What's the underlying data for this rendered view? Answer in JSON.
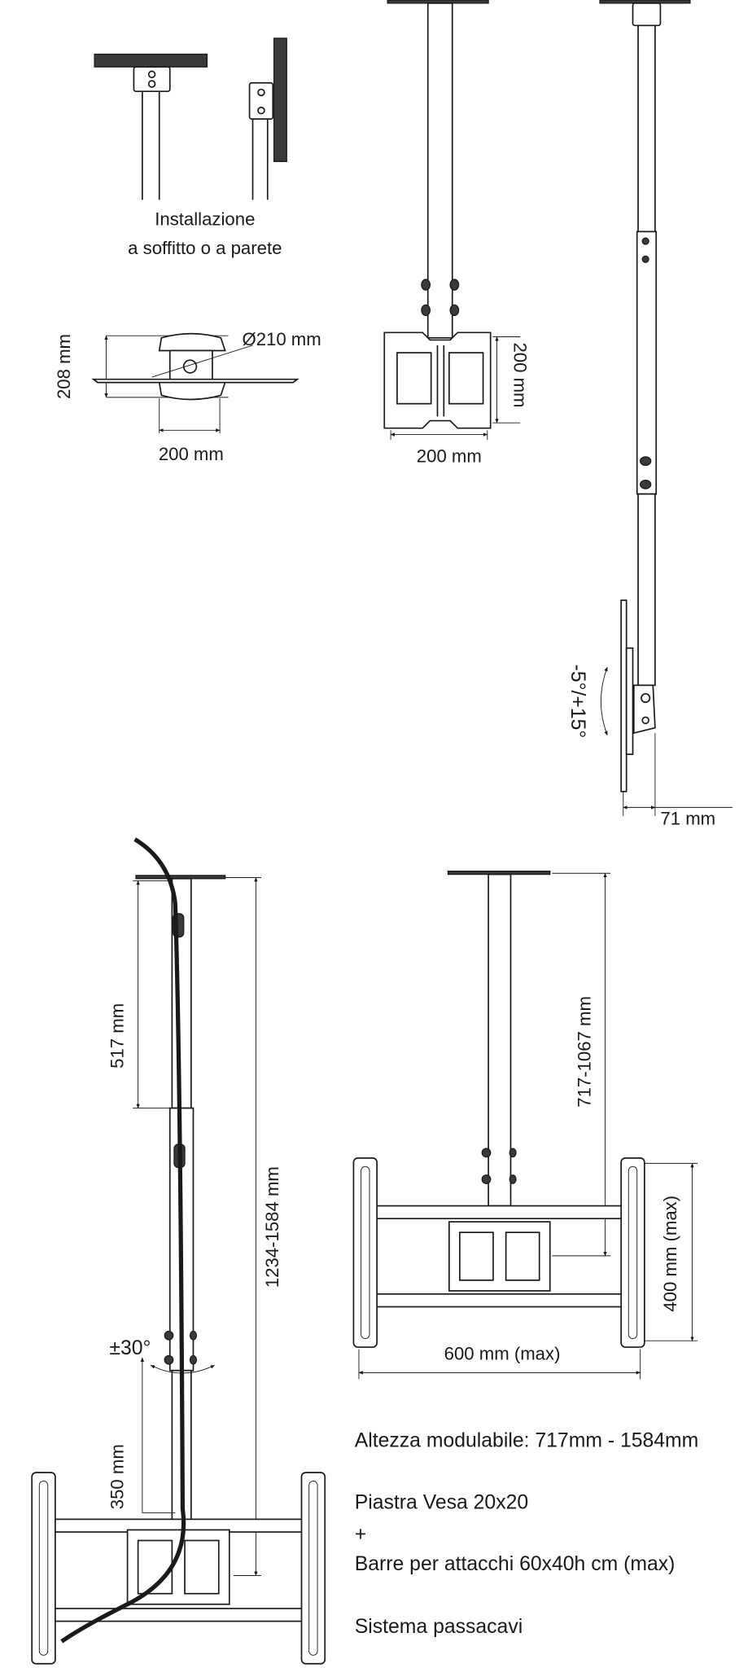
{
  "install": {
    "line1": "Installazione",
    "line2": "a soffitto o a parete"
  },
  "plate_top": {
    "height": "208 mm",
    "diameter": "Ø210 mm",
    "width": "200 mm"
  },
  "vesa_plate": {
    "height": "200 mm",
    "width": "200 mm"
  },
  "side_view": {
    "tilt": "-5°/+15°",
    "depth": "71 mm"
  },
  "long_pole": {
    "upper": "517 mm",
    "total": "1234-1584 mm",
    "swivel": "±30°",
    "lower": "350 mm"
  },
  "short_pole": {
    "range": "717-1067 mm",
    "bracket_height": "400 mm (max)",
    "bracket_width": "600 mm (max)"
  },
  "features": {
    "height": "Altezza modulabile: 717mm - 1584mm",
    "vesa": "Piastra Vesa 20x20",
    "plus": "+",
    "bars": "Barre per attacchi 60x40h cm (max)",
    "cable": "Sistema passacavi"
  }
}
